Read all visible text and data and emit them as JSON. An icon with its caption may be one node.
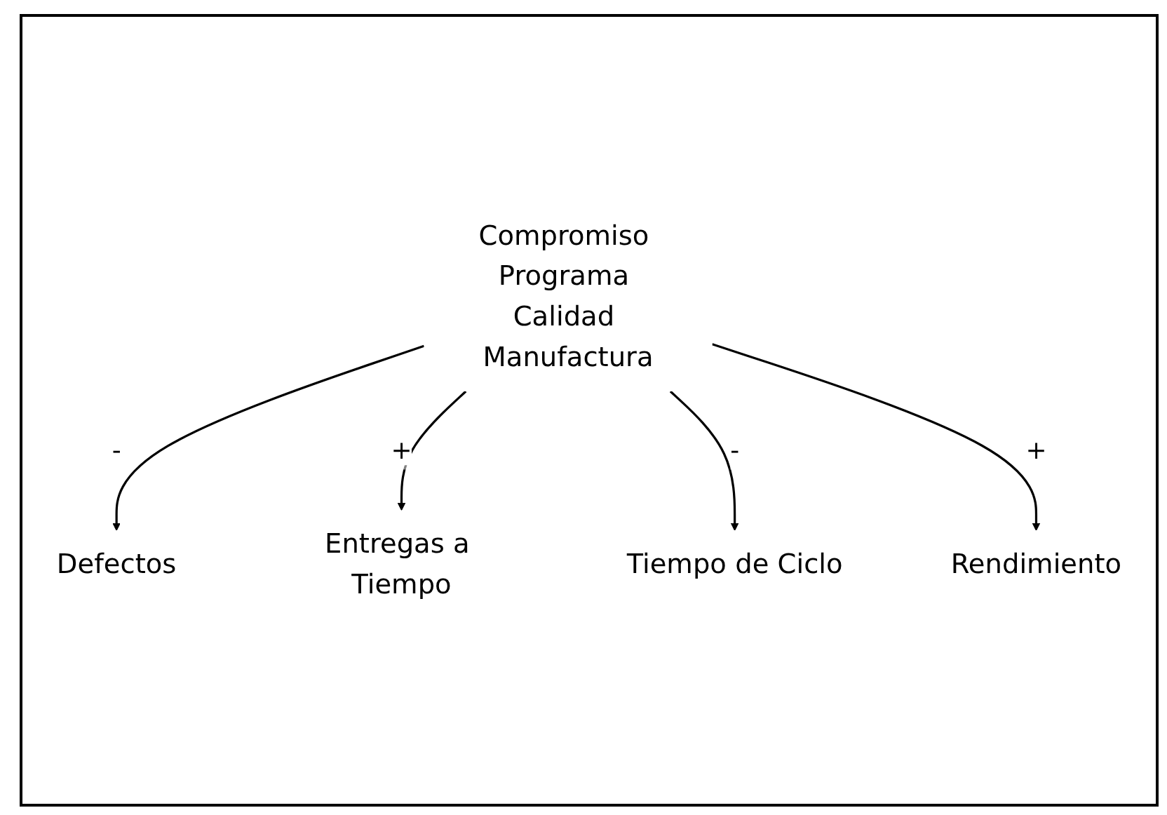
{
  "diagram": {
    "nodes": [
      {
        "text": [
          "Defectos"
        ]
      },
      {
        "text": [
          "Entregas a Tiempo"
        ]
      },
      {
        "text": [
          "Compromiso Programa Calidad Manufactura"
        ]
      },
      {
        "text": [
          "Tiempo de Ciclo"
        ]
      },
      {
        "text": [
          "Rendimiento"
        ]
      }
    ],
    "edges": [
      {
        "from": 2,
        "to": 0,
        "arrow": "to",
        "label": "-"
      },
      {
        "from": 2,
        "to": 1,
        "arrow": "to",
        "label": "+"
      },
      {
        "from": 2,
        "to": 3,
        "arrow": "to",
        "label": "-"
      },
      {
        "from": 2,
        "to": 4,
        "arrow": "to",
        "label": "+"
      }
    ]
  }
}
